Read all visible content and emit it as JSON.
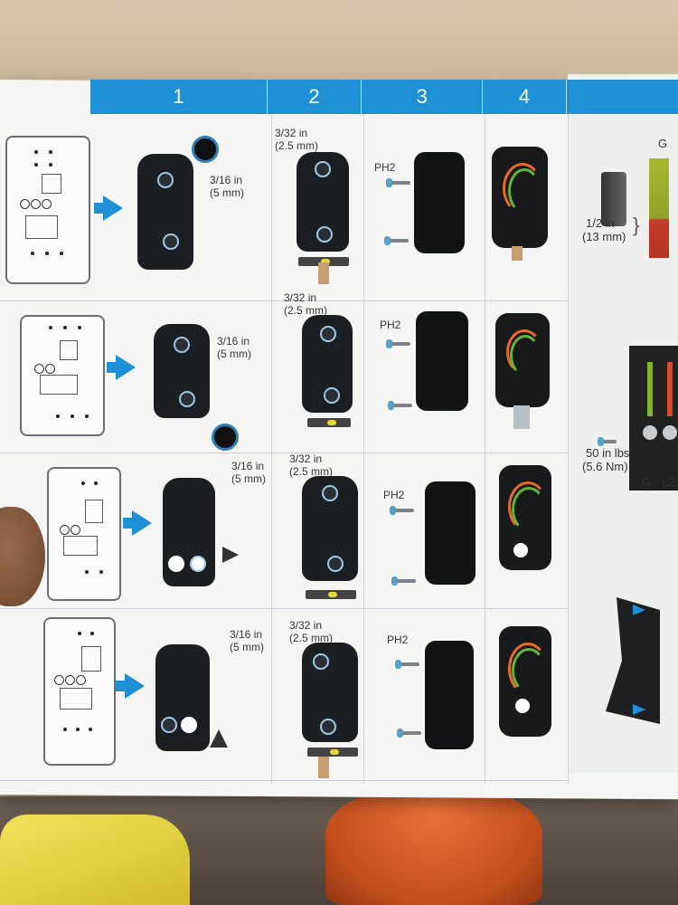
{
  "header": {
    "steps": [
      "1",
      "2",
      "3",
      "4"
    ]
  },
  "rows": [
    {
      "drill_label": "3/16 in",
      "drill_mm": "(5 mm)",
      "bit_label": "3/32 in",
      "bit_mm": "(2.5 mm)",
      "driver": "PH2"
    },
    {
      "drill_label": "3/16 in",
      "drill_mm": "(5 mm)",
      "bit_label": "3/32 in",
      "bit_mm": "(2.5 mm)",
      "driver": "PH2"
    },
    {
      "drill_label": "3/16 in",
      "drill_mm": "(5 mm)",
      "bit_label": "3/32 in",
      "bit_mm": "(2.5 mm)",
      "driver": "PH2"
    },
    {
      "drill_label": "3/16 in",
      "drill_mm": "(5 mm)",
      "bit_label": "3/32 in",
      "bit_mm": "(2.5 mm)",
      "driver": "PH2"
    }
  ],
  "right_panel": {
    "ground_label": "G",
    "strip_length": "1/2 in",
    "strip_mm": "(13 mm)",
    "torque": "50 in lbs",
    "torque_nm": "(5.6 Nm)",
    "terminal_g": "G",
    "terminal_l2": "L2"
  },
  "colors": {
    "accent": "#1f8fd6",
    "device": "#1c1f22"
  },
  "icons": [
    "arrow-right-icon",
    "screw-icon",
    "level-icon",
    "grommet-icon",
    "drill-bit-icon"
  ]
}
